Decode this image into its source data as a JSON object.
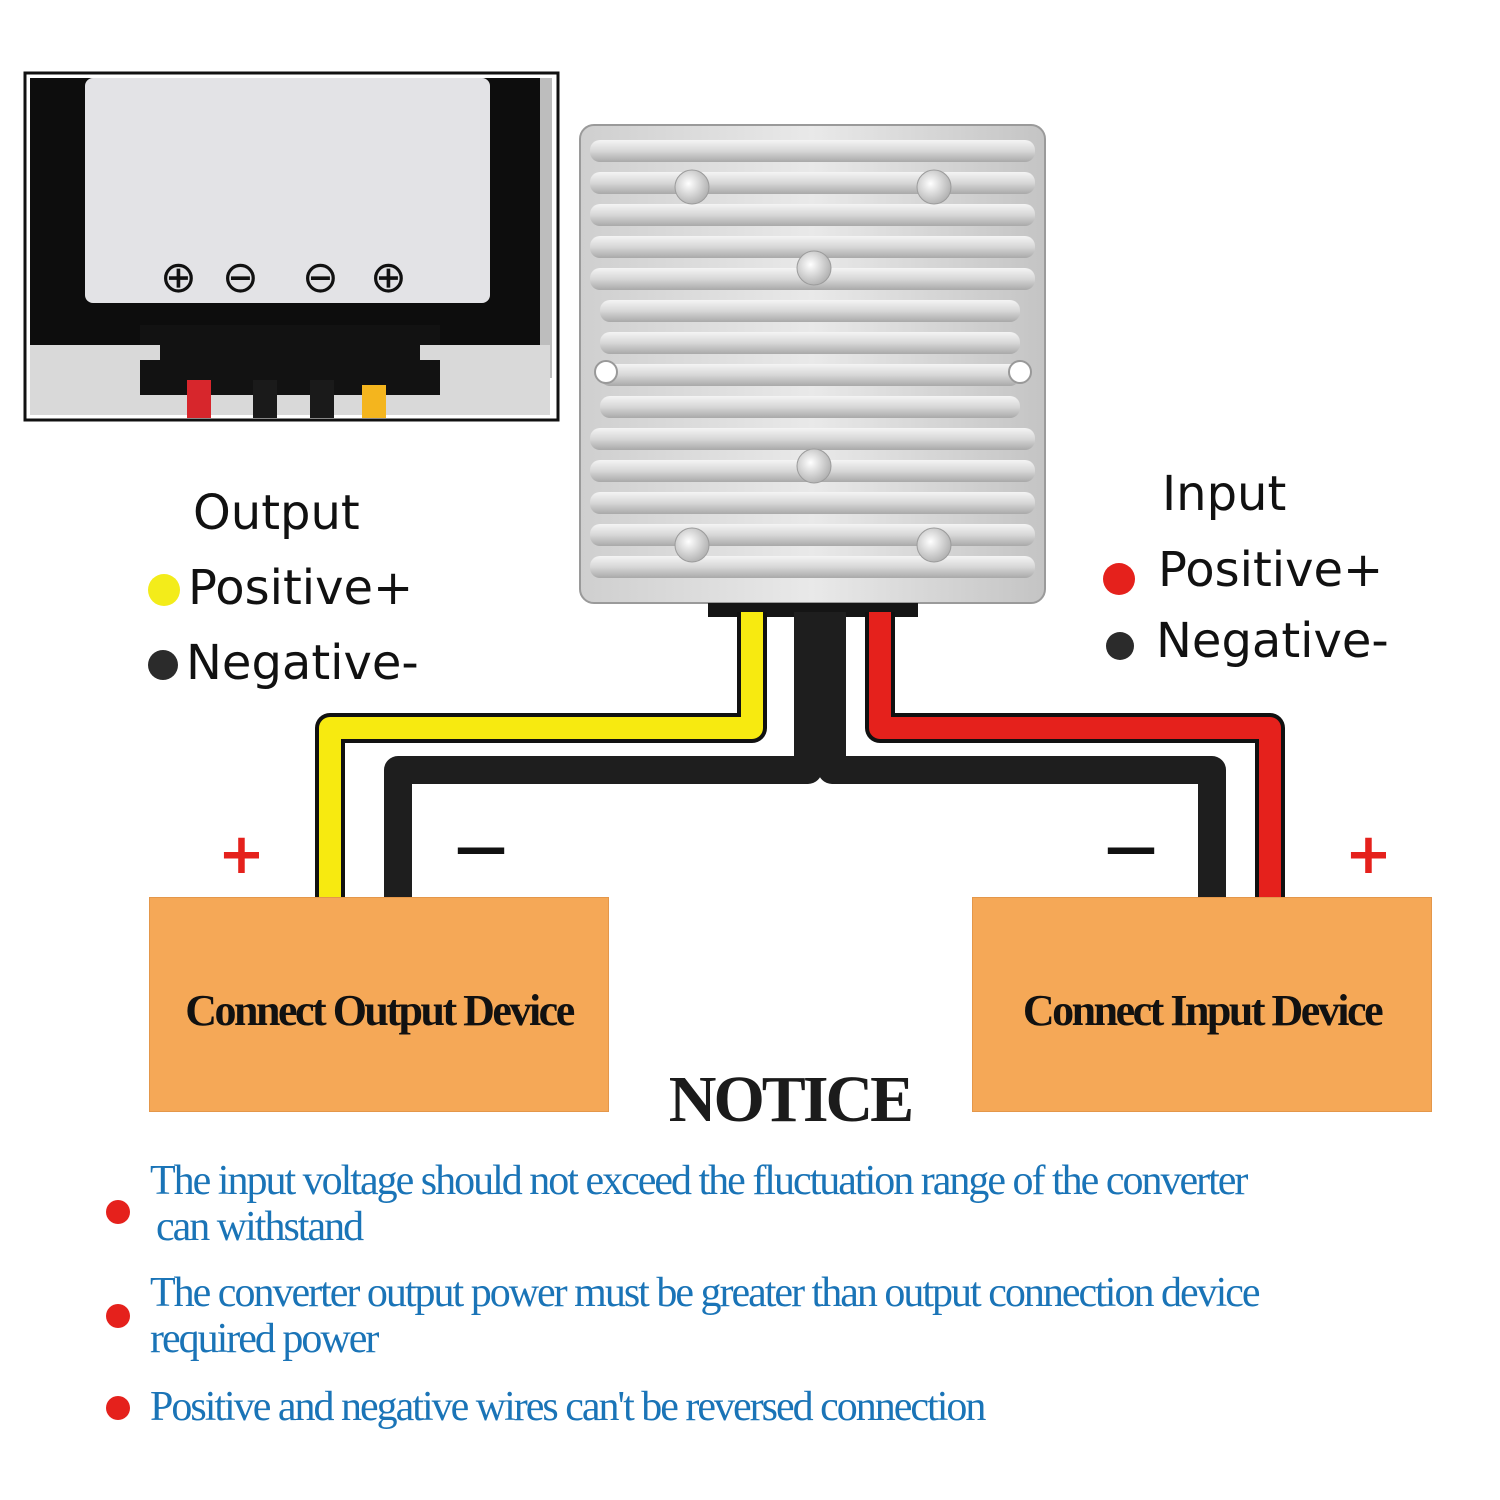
{
  "inset": {
    "terminal_symbols": [
      "⊕",
      "⊖",
      "⊖",
      "⊕"
    ]
  },
  "output_legend": {
    "title": "Output",
    "positive": "Positive+",
    "negative": "Negative-",
    "positive_color": "#f3ec1a",
    "negative_color": "#2b2b2b"
  },
  "input_legend": {
    "title": "Input",
    "positive": "Positive+",
    "negative": "Negative-",
    "positive_color": "#e5211c",
    "negative_color": "#2b2b2b"
  },
  "wires": {
    "yellow": "#f7ea10",
    "black": "#1e1e1e",
    "red": "#e5211c"
  },
  "polarity_marks": {
    "output_plus": "+",
    "output_minus": "—",
    "input_minus": "—",
    "input_plus": "+"
  },
  "devices": {
    "output": "Connect Output Device",
    "input": "Connect Input Device",
    "color": "#f5a857"
  },
  "notice": {
    "title": "NOTICE",
    "items": [
      {
        "line1": "The input voltage  should not exceed the fluctuation range of the converter",
        "line2": "can withstand"
      },
      {
        "line1": "The converter output power must be  greater than output connection device",
        "line2": "required power"
      },
      {
        "line1": "Positive and negative wires can't be  reversed connection",
        "line2": ""
      }
    ],
    "bullet_color": "#e5211c",
    "text_color": "#1a74b7"
  }
}
